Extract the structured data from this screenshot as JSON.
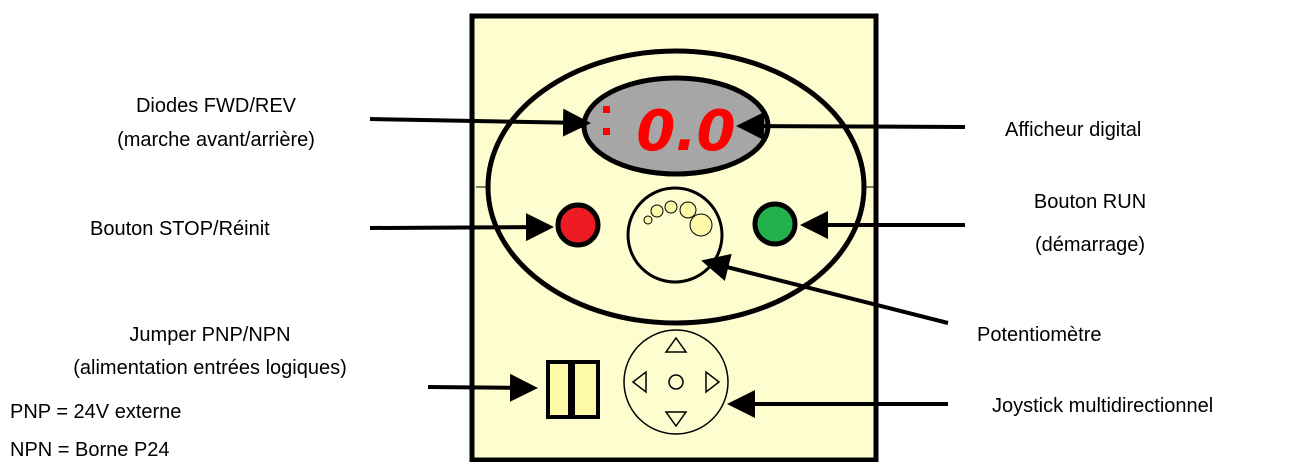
{
  "labels": {
    "diodes_title": "Diodes FWD/REV",
    "diodes_sub": "(marche avant/arrière)",
    "stop_button": "Bouton STOP/Réinit",
    "jumper_title": "Jumper PNP/NPN",
    "jumper_sub": "(alimentation entrées logiques)",
    "pnp_line": "PNP = 24V externe",
    "npn_line": "NPN = Borne P24",
    "display": "Afficheur digital",
    "run_title": "Bouton RUN",
    "run_sub": "(démarrage)",
    "potentiometer": "Potentiomètre",
    "joystick": "Joystick multidirectionnel"
  },
  "display_value": "0.0",
  "colors": {
    "panel": "#fefdd0",
    "display_bg": "#a6a6a6",
    "display_digits": "#ff0000",
    "stop_button": "#ed1c24",
    "run_button": "#22b14c",
    "pot_knob": "#fef9a8",
    "outline": "#000000"
  }
}
